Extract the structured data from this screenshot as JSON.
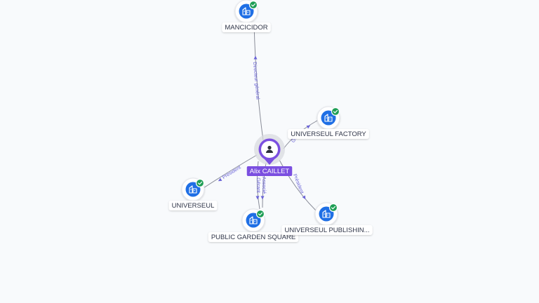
{
  "colors": {
    "edge": "#8a8d99",
    "edge_label": "#6b64d8",
    "company_icon": "#1f6fe5",
    "verified_badge": "#1e9e55",
    "person_accent": "#7b4fe0",
    "background": "#f8fafc"
  },
  "person": {
    "name": "Alix CAILLET",
    "icon": "user-icon"
  },
  "companies": [
    {
      "id": "mancicidor",
      "name": "MANCICIDOR",
      "icon": "building-icon",
      "verified": true
    },
    {
      "id": "universeul-factory",
      "name": "UNIVERSEUL FACTORY",
      "icon": "building-icon",
      "verified": true
    },
    {
      "id": "universeul",
      "name": "UNIVERSEUL",
      "icon": "building-icon",
      "verified": true
    },
    {
      "id": "public-garden-square",
      "name": "PUBLIC GARDEN SQUARE",
      "icon": "building-icon",
      "verified": true
    },
    {
      "id": "universeul-publishing",
      "name": "UNIVERSEUL PUBLISHIN...",
      "icon": "building-icon",
      "verified": true
    }
  ],
  "relations": [
    {
      "to": "mancicidor",
      "role": "Directeur général"
    },
    {
      "to": "universeul-factory",
      "role": "G..."
    },
    {
      "to": "universeul",
      "role": "Président"
    },
    {
      "to": "public-garden-square",
      "role": "Gérant"
    },
    {
      "to": "public-garden-square",
      "role": "Associé"
    },
    {
      "to": "universeul-publishing",
      "role": "Président"
    }
  ]
}
